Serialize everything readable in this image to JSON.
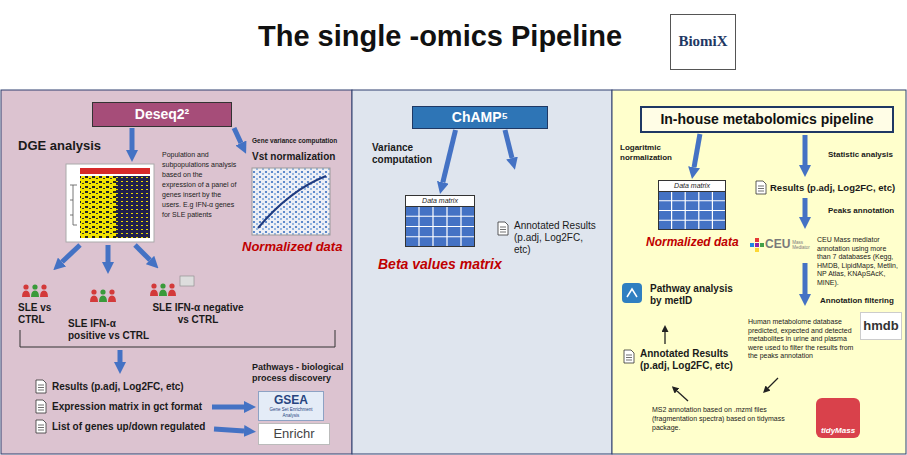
{
  "diagram": {
    "title": "The single -omics Pipeline",
    "nodes": [
      {
        "text": [
          "BiomiX"
        ]
      },
      {
        "text": []
      },
      {
        "text": [
          "Deseq2²"
        ],
        "in": 1
      },
      {
        "text": [
          "GSEA",
          "Gene Set Enrichment Analysis"
        ],
        "in": 1
      },
      {
        "text": [
          "Enrichr"
        ],
        "in": 1
      },
      {
        "text": []
      },
      {
        "text": [
          "ChAMP⁵"
        ],
        "in": 5
      },
      {
        "text": [
          "Data matrix"
        ],
        "in": 5
      },
      {
        "text": []
      },
      {
        "text": [
          "In-house metabolomics pipeline"
        ],
        "in": 8
      },
      {
        "text": [
          "Data matrix"
        ],
        "in": 8
      },
      {
        "text": [
          "CEU",
          "Mass Mediator"
        ],
        "in": 8
      },
      {
        "text": [
          "hmdb"
        ],
        "in": 8
      },
      {
        "text": [
          "tidyMass"
        ],
        "in": 8
      }
    ],
    "edges": [
      {
        "from": 6,
        "to": 7,
        "arrow": "to"
      },
      {
        "from": 9,
        "to": 10,
        "arrow": "to"
      }
    ],
    "labels": [
      "DGE analysis",
      "Population and subpopulations analysis based on the expression of a panel of genes insert by the users. E.g IFN-α genes for SLE patients",
      "Gene variance computation",
      "Vst normalization",
      "Normalized data",
      "SLE vs CTRL",
      "SLE IFN-α positive vs CTRL",
      "SLE IFN-α negative vs CTRL",
      "Results (p.adj, Log2FC, etc)",
      "Expression matrix in gct format",
      "List of genes up/down regulated",
      "Pathways - biological process discovery",
      "Variance computation",
      "Beta values matrix",
      "Annotated Results (p.adj, Log2FC, etc)",
      "Logaritmic normalization",
      "Normalized data",
      "Statistic analysis",
      "Results (p.adj, Log2FC, etc)",
      "Peaks annotation",
      "CEU Mass mediator annotation using more than 7 databases (Kegg, HMDB, LipidMaps, Metlin, NP Atlas, KNApSAcK, MINE).",
      "Annotation filtering",
      "Human metabolome database predicted, expected and detected metabolites in urine and plasma were used to filter the results from the peaks annotation",
      "Pathway analysis by metID",
      "Annotated Results (p.adj, Log2FC, etc)",
      "MS2 annotation based on .mzml files (fragmentation spectra) based on tidymass package."
    ]
  }
}
